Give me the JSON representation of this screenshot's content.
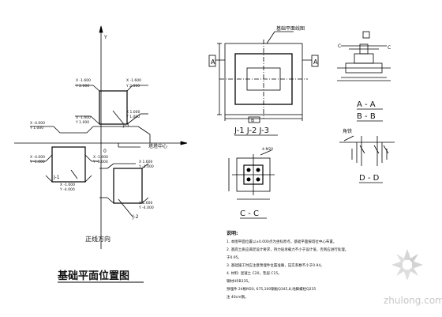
{
  "plan": {
    "y_axis": "Y",
    "origin": "0",
    "center_label": "塔塔中心",
    "j1": "J-1",
    "j2": "J-2",
    "j3": "J-3",
    "direction": "正线方向",
    "title": "基础平面位置图",
    "coords": [
      "X -1.600",
      "Y 2.000",
      "X -1.600",
      "Y 2.000",
      "X -1.600",
      "Y 1.000",
      "X 1.000",
      "Y 1.000",
      "X -4.000",
      "Y 1.000",
      "X -4.000",
      "Y -1.000",
      "X -1.000",
      "Y -1.000",
      "X 1.600",
      "Y -1.000",
      "X -1.000",
      "Y -4.000",
      "X 1.600",
      "Y -4.000"
    ]
  },
  "detail": {
    "leader": "基础平面线图",
    "mark_a": "A",
    "mark_b": "B",
    "title": "J-1 J-2 J-3"
  },
  "section_ab": {
    "mark_c": "C",
    "title_a": "A - A",
    "title_b": "B - B"
  },
  "section_dd": {
    "note": "角铁",
    "title": "D - D"
  },
  "section_cc": {
    "bolt_note": "4-M20",
    "title": "C - C"
  },
  "notes": {
    "heading": "说明:",
    "lines": [
      "1. 本图平面位置以±0.000点为坐标原点，基础平面按塔位中心布置。",
      "2. 基底土质应满足设计要求，持力层承载力不小于设计值，否则应进行处理。",
      "   于0.95。",
      "3. 基础施工时应注意预埋件位置准确，压实系数不小于0.94。",
      "4. 材料: 混凝土 C20，垫层 C15。",
      "   钢材HRB335。",
      "   预埋件 24根M20, 675,100钢板Q345,8,地脚螺栓Q235",
      "   注 40cm钢。"
    ]
  },
  "watermark": "zhulong.com"
}
